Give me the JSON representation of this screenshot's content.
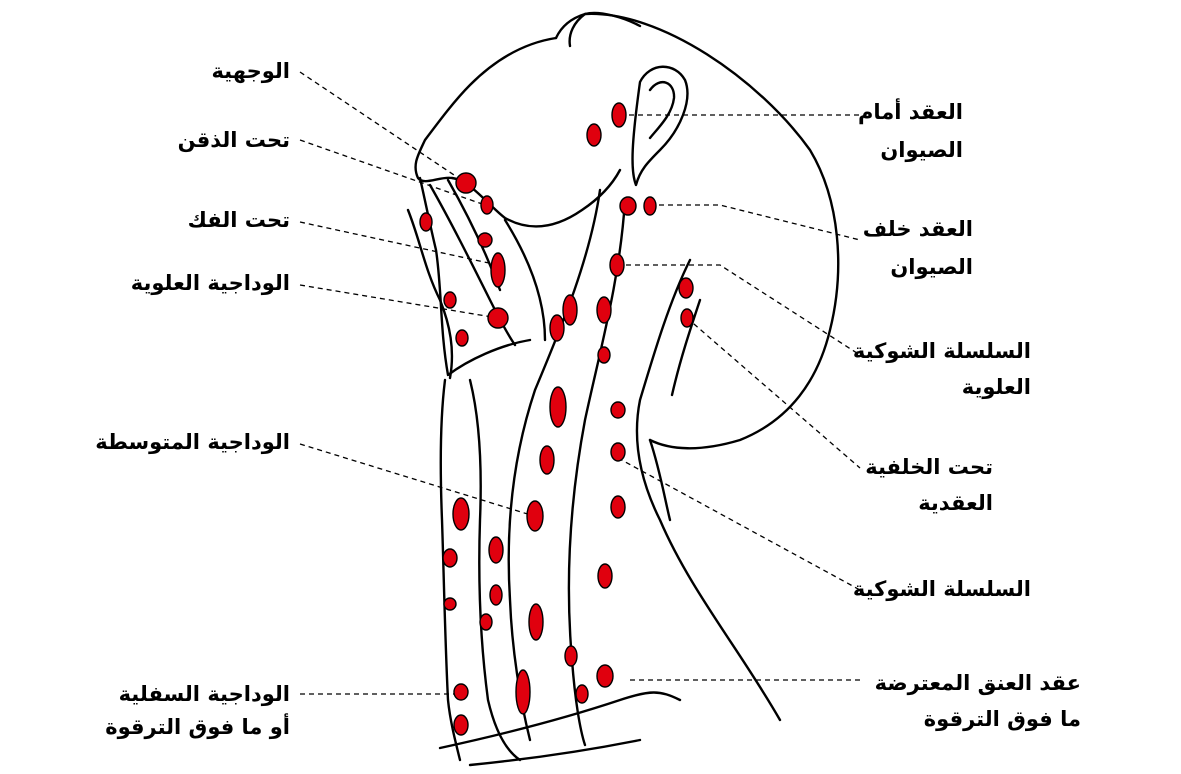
{
  "colors": {
    "node_fill": "#e0000e",
    "outline": "#000000",
    "leader": "#000000",
    "background": "#ffffff"
  },
  "labels": {
    "facial": "الوجهية",
    "submental": "تحت الذقن",
    "submandibular": "تحت الفك",
    "upper_jugular": "الوداجية العلوية",
    "middle_jugular": "الوداجية المتوسطة",
    "lower_jugular_l1": "الوداجية السفلية",
    "lower_jugular_l2": "أو ما فوق الترقوة",
    "preauricular_l1": "العقد أمام",
    "preauricular_l2": "الصيوان",
    "postauricular_l1": "العقد خلف",
    "postauricular_l2": "الصيوان",
    "upper_spinal_l1": "السلسلة الشوكية",
    "upper_spinal_l2": "العلوية",
    "suboccipital_l1": "تحت الخلفية",
    "suboccipital_l2": "العقدية",
    "spinal_accessory": "السلسلة الشوكية",
    "transverse_cervical_l1": "عقد العنق المعترضة",
    "transverse_cervical_l2": "ما فوق الترقوة"
  }
}
